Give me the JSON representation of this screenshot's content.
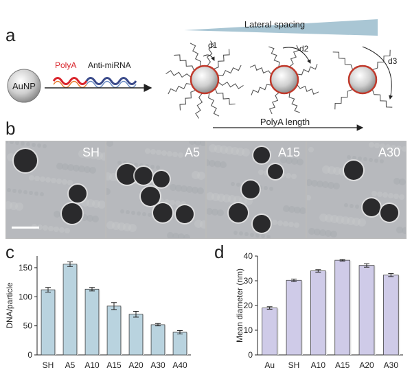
{
  "panels": {
    "a": "a",
    "b": "b",
    "c": "c",
    "d": "d"
  },
  "schematic": {
    "aunp_label": "AuNP",
    "polya_label": "PolyA",
    "antimirna_label": "Anti-miRNA",
    "lateral_spacing_label": "Lateral spacing",
    "polya_length_label": "PolyA length",
    "distances": [
      "d1",
      "d2",
      "d3"
    ],
    "colors": {
      "polya": "#d9242b",
      "antimirna": "#3a4a8a",
      "wedge": "#a9c6d4",
      "particle_ring": "#c0392b"
    }
  },
  "tem_images": [
    {
      "label": "SH"
    },
    {
      "label": "A5"
    },
    {
      "label": "A15"
    },
    {
      "label": "A30"
    }
  ],
  "chart_data": [
    {
      "type": "bar",
      "panel": "c",
      "categories": [
        "SH",
        "A5",
        "A10",
        "A15",
        "A20",
        "A30",
        "A40"
      ],
      "values": [
        112,
        156,
        113,
        84,
        70,
        52,
        39
      ],
      "errors": [
        4,
        4,
        3,
        6,
        5,
        2,
        3
      ],
      "ylabel": "DNA/particle",
      "ylim": [
        0,
        170
      ],
      "yticks": [
        0,
        50,
        100,
        150
      ],
      "color": "#b9d3df"
    },
    {
      "type": "bar",
      "panel": "d",
      "categories": [
        "Au",
        "SH",
        "A10",
        "A15",
        "A20",
        "A30"
      ],
      "values": [
        19,
        30.2,
        34,
        38.3,
        36.2,
        32.3
      ],
      "errors": [
        0.5,
        0.5,
        0.5,
        0.3,
        0.7,
        0.6
      ],
      "ylabel": "Mean diameter (nm)",
      "ylim": [
        0,
        40
      ],
      "yticks": [
        0,
        10,
        20,
        30,
        40
      ],
      "color": "#cfcbe8"
    }
  ]
}
